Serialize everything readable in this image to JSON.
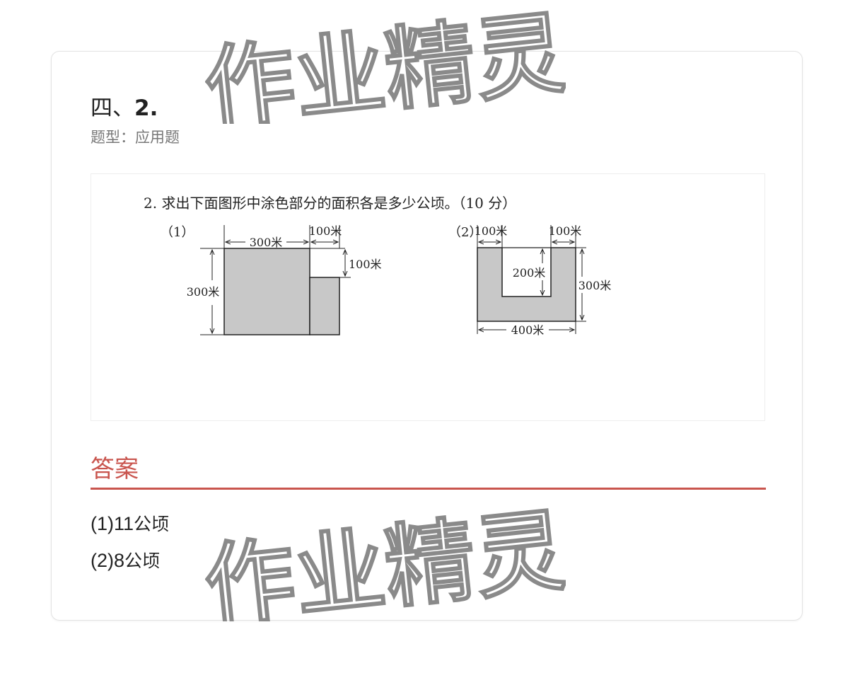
{
  "question": {
    "number_prefix": "四、",
    "number": "2.",
    "type_label": "题型：应用题"
  },
  "problem": {
    "prompt": "2. 求出下面图形中涂色部分的面积各是多少公顷。（10 分）",
    "figure1": {
      "label": "（1）",
      "dim_top_left": "300米",
      "dim_top_right": "100米",
      "dim_right": "100米",
      "dim_left": "300米"
    },
    "figure2": {
      "label": "（2）",
      "dim_top_left": "100米",
      "dim_top_right": "100米",
      "dim_inner": "200米",
      "dim_right": "300米",
      "dim_bottom": "400米"
    }
  },
  "answer": {
    "heading": "答案",
    "lines": [
      {
        "prefix": "(1)11",
        "unit": "公顷"
      },
      {
        "prefix": "(2)8",
        "unit": "公顷"
      }
    ]
  },
  "watermark": {
    "text": "作业精灵"
  },
  "colors": {
    "accent": "#c9554e",
    "shade": "#c8c8c8",
    "watermark_stroke": "#8a8a8a"
  }
}
